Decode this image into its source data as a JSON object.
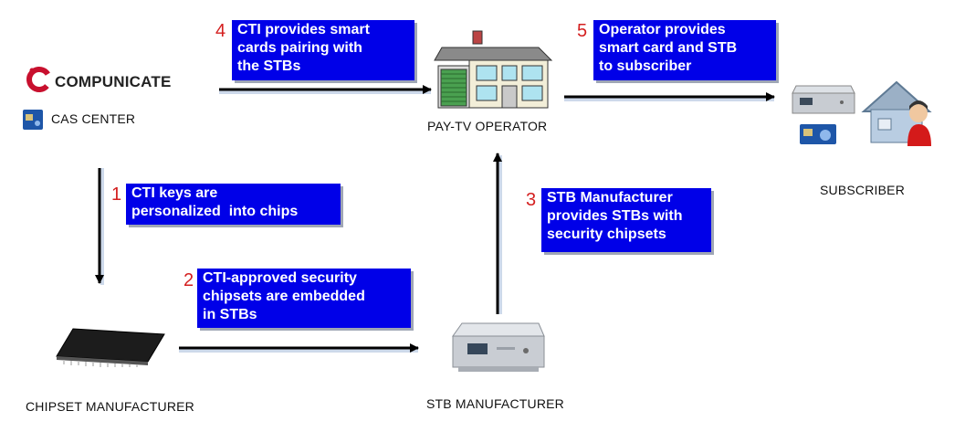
{
  "logo": {
    "text": "COMPUNICATE",
    "icon": "compunicate-logo-icon"
  },
  "nodes": {
    "cas_center": "CAS CENTER",
    "pay_tv_operator": "PAY-TV OPERATOR",
    "subscriber": "SUBSCRIBER",
    "chipset_manufacturer": "CHIPSET MANUFACTURER",
    "stb_manufacturer": "STB MANUFACTURER"
  },
  "steps": [
    {
      "number": "1",
      "text": "CTI keys are\npersonalized  into chips"
    },
    {
      "number": "2",
      "text": "CTI-approved security\nchipsets are embedded\nin STBs"
    },
    {
      "number": "3",
      "text": "STB Manufacturer\nprovides STBs with\nsecurity chipsets"
    },
    {
      "number": "4",
      "text": "CTI provides smart\ncards pairing with\nthe STBs"
    },
    {
      "number": "5",
      "text": "Operator provides\nsmart card and STB\nto subscriber"
    }
  ],
  "colors": {
    "box": "#0000e8",
    "number": "#d42020",
    "arrow": "#000000"
  }
}
